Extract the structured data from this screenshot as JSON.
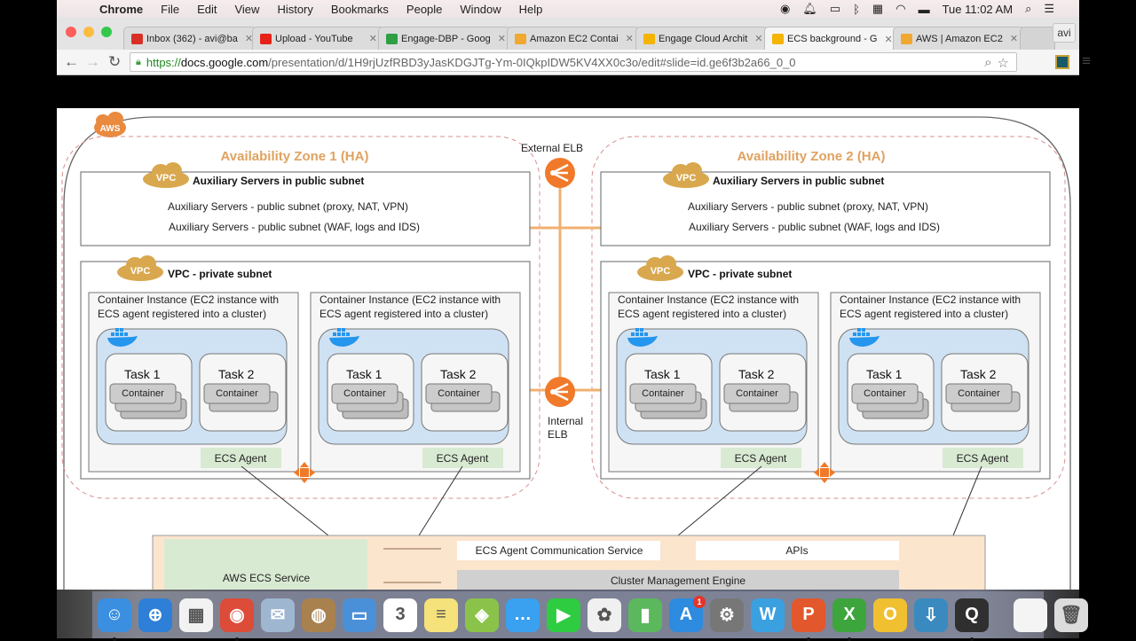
{
  "menubar": {
    "app_name": "Chrome",
    "items": [
      "File",
      "Edit",
      "View",
      "History",
      "Bookmarks",
      "People",
      "Window",
      "Help"
    ],
    "clock": "Tue 11:02 AM",
    "status_icons": [
      "record-icon",
      "notification-bell-icon",
      "airplay-icon",
      "bluetooth-icon",
      "battery-meter-icon",
      "wifi-icon",
      "battery-icon"
    ]
  },
  "browser": {
    "tabs": [
      {
        "label": "Inbox (362) - avi@ba",
        "favicon": "gmail-icon",
        "color": "#d93025",
        "active": false
      },
      {
        "label": "Upload - YouTube",
        "favicon": "youtube-icon",
        "color": "#e62117",
        "active": false
      },
      {
        "label": "Engage-DBP - Goog",
        "favicon": "google-drive-icon",
        "color": "#2f9e44",
        "active": false
      },
      {
        "label": "Amazon EC2 Contai",
        "favicon": "aws-icon",
        "color": "#f0a830",
        "active": false
      },
      {
        "label": "Engage Cloud Archit",
        "favicon": "google-slides-icon",
        "color": "#f4b400",
        "active": false
      },
      {
        "label": "ECS background - G",
        "favicon": "google-slides-icon",
        "color": "#f4b400",
        "active": true
      },
      {
        "label": "AWS | Amazon EC2",
        "favicon": "aws-icon",
        "color": "#f0a830",
        "active": false
      }
    ],
    "profile": "avi",
    "url": {
      "scheme": "https://",
      "host": "docs.google.com",
      "path": "/presentation/d/1H9rjUzfRBD3yJasKDGJTg-Ym-0IQkpIDW5KV4XX0c3o/edit#slide=id.ge6f3b2a66_0_0"
    }
  },
  "diagram": {
    "aws_badge": "AWS",
    "external_elb": "External ELB",
    "internal_elb": "Internal ELB",
    "zones": [
      {
        "title": "Availability Zone 1 (HA)",
        "public_subnet": {
          "badge": "VPC",
          "title": "Auxiliary Servers in public subnet",
          "lines": [
            "Auxiliary Servers - public subnet (proxy, NAT, VPN)",
            "Auxiliary Servers - public subnet (WAF, logs and IDS)"
          ]
        },
        "private_subnet": {
          "badge": "VPC",
          "title": "VPC - private subnet",
          "instances": [
            {
              "title": "Container Instance (EC2 instance with ECS agent registered into a cluster)",
              "tasks": [
                {
                  "label": "Task 1",
                  "container": "Container"
                },
                {
                  "label": "Task 2",
                  "container": "Container"
                }
              ],
              "agent": "ECS Agent"
            },
            {
              "title": "Container Instance (EC2 instance with ECS agent registered into a cluster)",
              "tasks": [
                {
                  "label": "Task 1",
                  "container": "Container"
                },
                {
                  "label": "Task 2",
                  "container": "Container"
                }
              ],
              "agent": "ECS Agent"
            }
          ]
        }
      },
      {
        "title": "Availability Zone 2 (HA)",
        "public_subnet": {
          "badge": "VPC",
          "title": "Auxiliary Servers in public subnet",
          "lines": [
            "Auxiliary Servers - public subnet (proxy, NAT, VPN)",
            "Auxiliary Servers - public subnet (WAF, logs and IDS)"
          ]
        },
        "private_subnet": {
          "badge": "VPC",
          "title": "VPC - private subnet",
          "instances": [
            {
              "title": "Container Instance (EC2 instance with ECS agent registered into a cluster)",
              "tasks": [
                {
                  "label": "Task 1",
                  "container": "Container"
                },
                {
                  "label": "Task 2",
                  "container": "Container"
                }
              ],
              "agent": "ECS Agent"
            },
            {
              "title": "Container Instance (EC2 instance with ECS agent registered into a cluster)",
              "tasks": [
                {
                  "label": "Task 1",
                  "container": "Container"
                },
                {
                  "label": "Task 2",
                  "container": "Container"
                }
              ],
              "agent": "ECS Agent"
            }
          ]
        }
      }
    ],
    "ecs_service": {
      "title": "AWS ECS Service",
      "agent_comm": "ECS Agent Communication Service",
      "apis": "APIs",
      "cluster_engine": "Cluster Management Engine"
    },
    "colors": {
      "accent": "#e8a35a",
      "elb": "#f07a2a",
      "vpc": "#d9a84e",
      "docker_bg": "#cfe2f3",
      "agent_bg": "#d9ead3",
      "service_bg": "#fce5cd"
    }
  },
  "dock": {
    "apps": [
      {
        "name": "finder-icon",
        "color": "#3b8fe0",
        "glyph": "☺",
        "running": true
      },
      {
        "name": "safari-icon",
        "color": "#2e7fd8",
        "glyph": "⊕",
        "running": false
      },
      {
        "name": "launchpad-icon",
        "color": "#f2f2f2",
        "glyph": "▦",
        "running": false
      },
      {
        "name": "chrome-icon",
        "color": "#dd4b39",
        "glyph": "◉",
        "running": true
      },
      {
        "name": "mail-icon",
        "color": "#9fb6d1",
        "glyph": "✉",
        "running": false
      },
      {
        "name": "contacts-icon",
        "color": "#a9814f",
        "glyph": "◍",
        "running": false
      },
      {
        "name": "keynote-icon",
        "color": "#4a90d9",
        "glyph": "▭",
        "running": false
      },
      {
        "name": "calendar-icon",
        "color": "#ffffff",
        "glyph": "3",
        "running": false
      },
      {
        "name": "notes-icon",
        "color": "#f6e27a",
        "glyph": "≡",
        "running": false
      },
      {
        "name": "maps-icon",
        "color": "#8bc34a",
        "glyph": "◈",
        "running": false
      },
      {
        "name": "messages-icon",
        "color": "#3aa0f0",
        "glyph": "…",
        "running": false
      },
      {
        "name": "facetime-icon",
        "color": "#2ecc40",
        "glyph": "▶",
        "running": false
      },
      {
        "name": "photos-icon",
        "color": "#f0f0f0",
        "glyph": "✿",
        "running": false
      },
      {
        "name": "numbers-icon",
        "color": "#5cb85c",
        "glyph": "▮",
        "running": false
      },
      {
        "name": "app-store-icon",
        "color": "#2d8be0",
        "glyph": "A",
        "running": false,
        "badge": "1"
      },
      {
        "name": "system-preferences-icon",
        "color": "#777777",
        "glyph": "⚙",
        "running": false
      },
      {
        "name": "word-icon",
        "color": "#3aa0e0",
        "glyph": "W",
        "running": false
      },
      {
        "name": "powerpoint-icon",
        "color": "#e2572b",
        "glyph": "P",
        "running": true
      },
      {
        "name": "excel-icon",
        "color": "#3ca53c",
        "glyph": "X",
        "running": true
      },
      {
        "name": "outlook-icon",
        "color": "#f0c030",
        "glyph": "O",
        "running": false
      },
      {
        "name": "downloader-icon",
        "color": "#3a8ac0",
        "glyph": "⇩",
        "running": false
      },
      {
        "name": "quicktime-icon",
        "color": "#2f2f2f",
        "glyph": "Q",
        "running": true
      }
    ],
    "trailing": [
      {
        "name": "document-icon",
        "color": "#f4f4f4",
        "glyph": ""
      },
      {
        "name": "trash-icon",
        "color": "#dcdcdc",
        "glyph": "🗑"
      }
    ]
  }
}
